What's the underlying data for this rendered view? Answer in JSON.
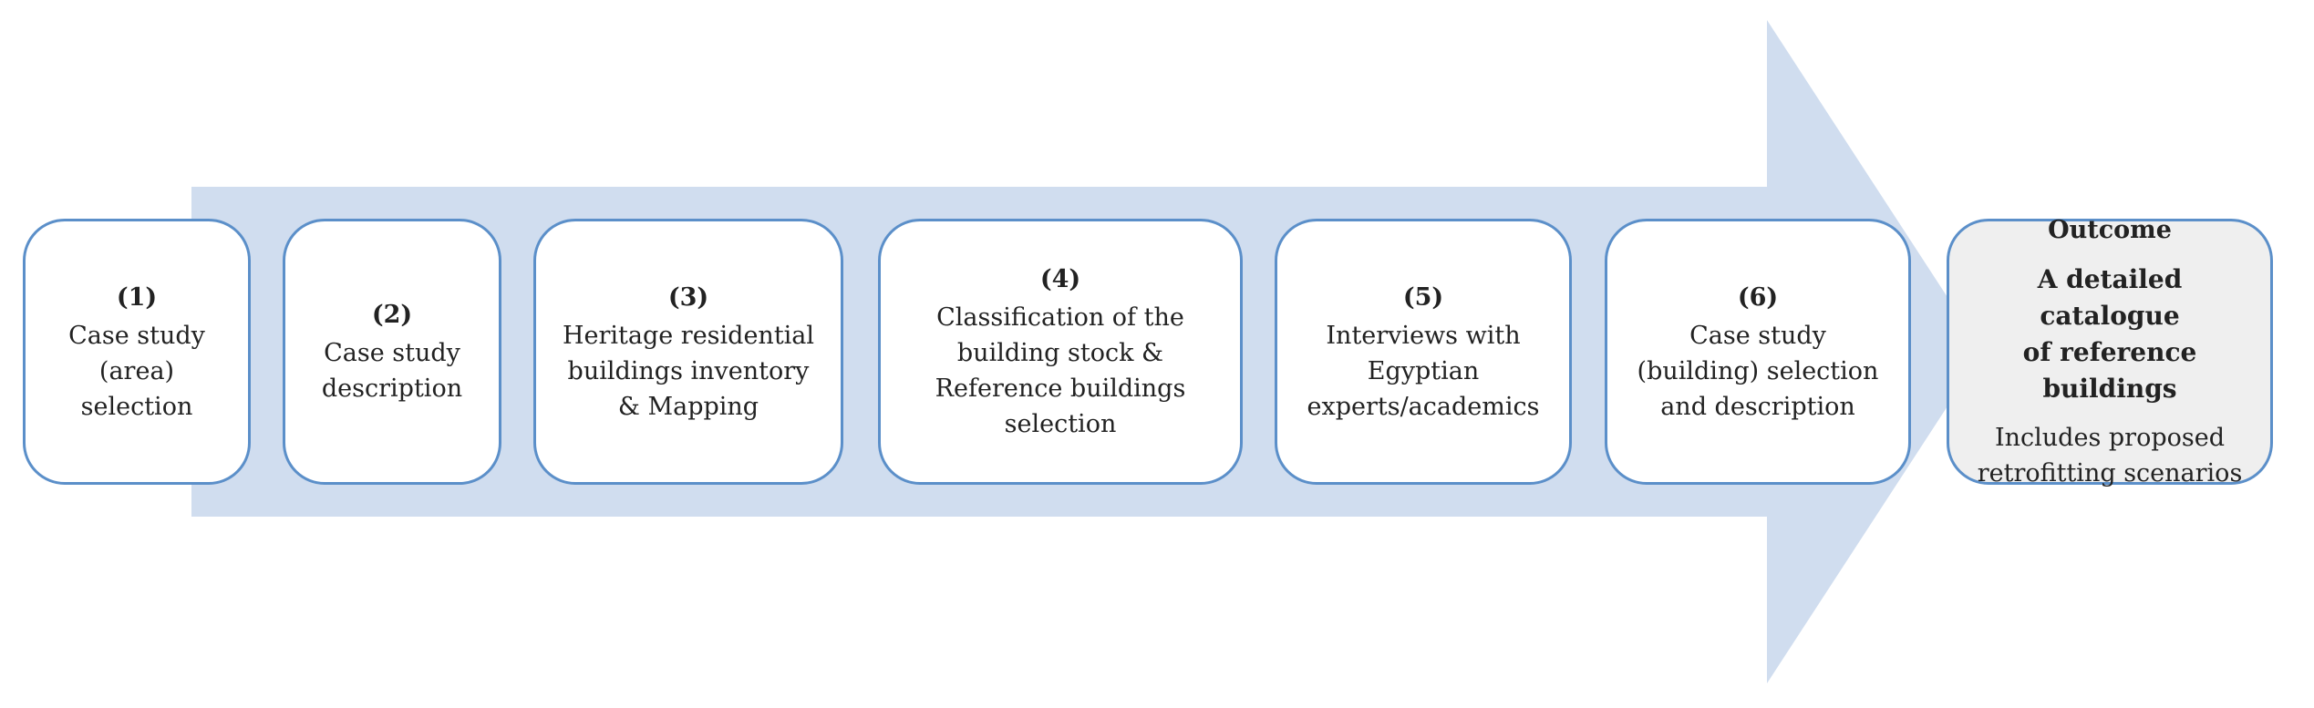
{
  "diagram": {
    "colors": {
      "arrow": "#d0ddef",
      "box_border": "#5b8fc9",
      "box_fill": "#ffffff",
      "outcome_fill": "#efefef"
    },
    "steps": [
      {
        "number": "(1)",
        "text": "Case study\n(area)\nselection"
      },
      {
        "number": "(2)",
        "text": "Case study\ndescription"
      },
      {
        "number": "(3)",
        "text": "Heritage residential\nbuildings inventory\n& Mapping"
      },
      {
        "number": "(4)",
        "text": "Classification of the\nbuilding stock &\nReference buildings\nselection"
      },
      {
        "number": "(5)",
        "text": "Interviews with\nEgyptian\nexperts/academics"
      },
      {
        "number": "(6)",
        "text": "Case study\n(building) selection\nand description"
      }
    ],
    "outcome": {
      "heading": "Outcome",
      "main": "A detailed catalogue\nof reference\nbuildings",
      "sub": "Includes proposed\nretrofitting scenarios"
    }
  }
}
